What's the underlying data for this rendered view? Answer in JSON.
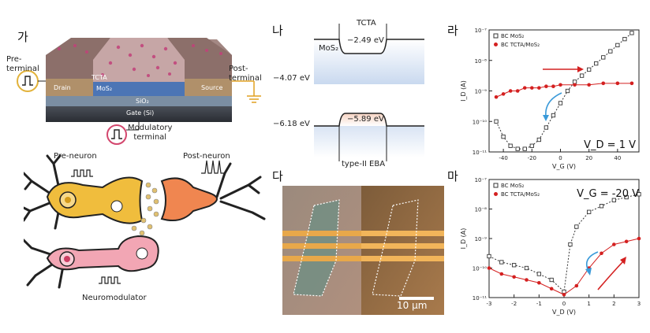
{
  "panels": {
    "ga": "가",
    "na": "나",
    "da": "다",
    "ra": "라",
    "ma": "마"
  },
  "device": {
    "pre_terminal_line1": "Pre-",
    "pre_terminal_line2": "terminal",
    "post_terminal_line1": "Post-",
    "post_terminal_line2": "terminal",
    "drain": "Drain",
    "source": "Source",
    "tcta": "TCTA",
    "mos2": "MoS₂",
    "sio2": "SiO₂",
    "gate": "Gate (Si)",
    "modulatory_line1": "Modulatory",
    "modulatory_line2": "terminal"
  },
  "neuron": {
    "pre": "Pre-neuron",
    "post": "Post-neuron",
    "modulator": "Neuromodulator"
  },
  "band": {
    "tcta": "TCTA",
    "mos2": "MoS₂",
    "lumo_tcta": "−2.49 eV",
    "cb_mos2": "−4.07 eV",
    "vb_mos2": "−6.18 eV",
    "homo_tcta": "−5.89 eV",
    "caption": "type-II EBA"
  },
  "micrograph": {
    "scale": "10 μm"
  },
  "chart_data": [
    {
      "type": "scatter",
      "panel": "라",
      "xlabel": "V_G (V)",
      "ylabel": "I_D (A)",
      "xlim": [
        -50,
        55
      ],
      "ylim_log10": [
        -11,
        -7
      ],
      "x_ticks": [
        "-40",
        "-20",
        "0",
        "20",
        "40"
      ],
      "y_ticks": [
        "10⁻⁷",
        "10⁻⁸",
        "10⁻⁹",
        "10⁻¹⁰",
        "10⁻¹¹"
      ],
      "annotation": "V_D = 1 V",
      "series": [
        {
          "name": "BC MoS₂",
          "marker": "open-square",
          "color": "#333333",
          "x": [
            -45,
            -40,
            -35,
            -30,
            -25,
            -20,
            -15,
            -10,
            -5,
            0,
            5,
            10,
            15,
            20,
            25,
            30,
            35,
            40,
            45,
            50
          ],
          "y_log10": [
            -10.0,
            -10.5,
            -10.8,
            -10.9,
            -10.9,
            -10.8,
            -10.6,
            -10.2,
            -9.8,
            -9.4,
            -9.0,
            -8.7,
            -8.5,
            -8.3,
            -8.1,
            -7.9,
            -7.7,
            -7.5,
            -7.3,
            -7.1
          ]
        },
        {
          "name": "BC TCTA/MoS₂",
          "marker": "filled-circle",
          "color": "#d42020",
          "x": [
            -45,
            -40,
            -35,
            -30,
            -25,
            -20,
            -15,
            -10,
            -5,
            0,
            10,
            20,
            30,
            40,
            50
          ],
          "y_log10": [
            -9.2,
            -9.1,
            -9.0,
            -9.0,
            -8.9,
            -8.9,
            -8.9,
            -8.85,
            -8.85,
            -8.8,
            -8.8,
            -8.8,
            -8.75,
            -8.75,
            -8.75
          ]
        }
      ]
    },
    {
      "type": "scatter",
      "panel": "마",
      "xlabel": "V_D (V)",
      "ylabel": "I_D (A)",
      "xlim": [
        -3,
        3
      ],
      "ylim_log10": [
        -11,
        -7
      ],
      "x_ticks": [
        "-3",
        "-2",
        "-1",
        "0",
        "1",
        "2",
        "3"
      ],
      "y_ticks": [
        "10⁻⁷",
        "10⁻⁸",
        "10⁻⁹",
        "10⁻¹⁰",
        "10⁻¹¹"
      ],
      "annotation": "V_G = -20 V",
      "series": [
        {
          "name": "BC MoS₂",
          "marker": "open-square",
          "color": "#333333",
          "x": [
            -3,
            -2.5,
            -2,
            -1.5,
            -1,
            -0.5,
            0,
            0.25,
            0.5,
            1,
            1.5,
            2,
            2.5,
            3
          ],
          "y_log10": [
            -9.6,
            -9.8,
            -9.9,
            -10.0,
            -10.2,
            -10.4,
            -10.8,
            -9.2,
            -8.6,
            -8.1,
            -7.9,
            -7.7,
            -7.6,
            -7.5
          ]
        },
        {
          "name": "BC TCTA/MoS₂",
          "marker": "filled-circle",
          "color": "#d42020",
          "x": [
            -3,
            -2.5,
            -2,
            -1.5,
            -1,
            -0.5,
            0,
            0.5,
            1,
            1.5,
            2,
            2.5,
            3
          ],
          "y_log10": [
            -10.0,
            -10.2,
            -10.3,
            -10.4,
            -10.5,
            -10.7,
            -10.9,
            -10.6,
            -10.0,
            -9.5,
            -9.2,
            -9.1,
            -9.0
          ]
        }
      ]
    }
  ]
}
